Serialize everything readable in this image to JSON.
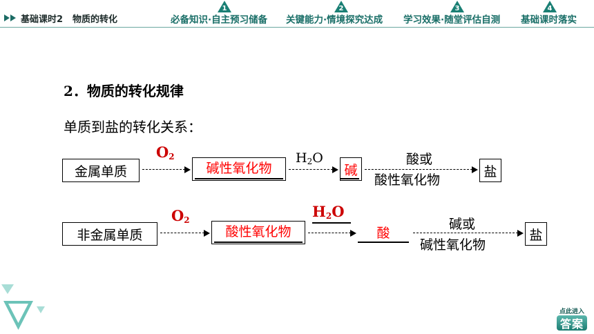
{
  "header": {
    "course_title": "基础课时2",
    "lesson_title": "物质的转化",
    "tabs": [
      {
        "number": "1",
        "label": "必备知识·自主预习储备"
      },
      {
        "number": "2",
        "label": "关键能力·情境探究达成"
      },
      {
        "number": "3",
        "label": "学习效果·随堂评估自测"
      },
      {
        "number": "4",
        "label": "基础课时落实"
      }
    ]
  },
  "content": {
    "heading": "2．物质的转化规律",
    "subheading": "单质到盐的转化关系：",
    "chain_metal": {
      "start": "金属单质",
      "reagent1_base": "O",
      "reagent1_sub": "2",
      "answer1": "碱性氧化物",
      "reagent2_base": "H",
      "reagent2_sub": "2",
      "reagent2_tail": "O",
      "answer2": "碱",
      "reagent3_line1": "酸或",
      "reagent3_line2": "酸性氧化物",
      "end": "盐"
    },
    "chain_nonmetal": {
      "start": "非金属单质",
      "reagent1_base": "O",
      "reagent1_sub": "2",
      "answer1": "酸性氧化物",
      "reagent2_base": "H",
      "reagent2_sub": "2",
      "reagent2_tail": "O",
      "answer2": "酸",
      "reagent3_line1": "碱或",
      "reagent3_line2": "碱性氧化物",
      "end": "盐"
    }
  },
  "answer_button": {
    "hint": "点此进入",
    "label": "答案"
  },
  "colors": {
    "accent": "#1a7f74",
    "answer_red": "#ff0000"
  }
}
